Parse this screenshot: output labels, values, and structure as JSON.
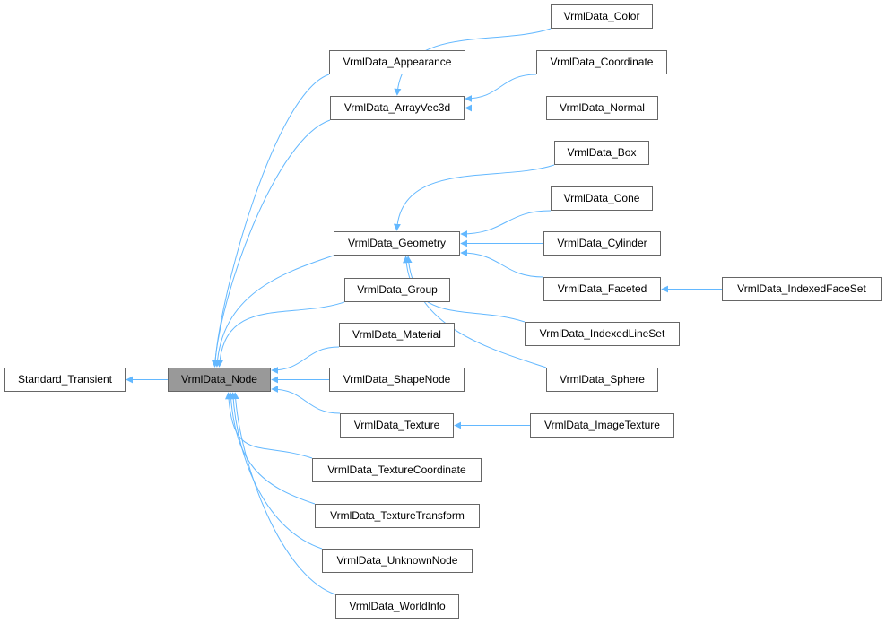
{
  "diagram": {
    "type": "class-inheritance-graph",
    "edge_color": "#63b8ff",
    "focus_node": "VrmlData_Node",
    "nodes": {
      "standard_transient": "Standard_Transient",
      "node": "VrmlData_Node",
      "appearance": "VrmlData_Appearance",
      "arrayvec3d": "VrmlData_ArrayVec3d",
      "color": "VrmlData_Color",
      "coordinate": "VrmlData_Coordinate",
      "normal": "VrmlData_Normal",
      "geometry": "VrmlData_Geometry",
      "box": "VrmlData_Box",
      "cone": "VrmlData_Cone",
      "cylinder": "VrmlData_Cylinder",
      "faceted": "VrmlData_Faceted",
      "indexedfaceset": "VrmlData_IndexedFaceSet",
      "indexedlineset": "VrmlData_IndexedLineSet",
      "sphere": "VrmlData_Sphere",
      "group": "VrmlData_Group",
      "material": "VrmlData_Material",
      "shapenode": "VrmlData_ShapeNode",
      "texture": "VrmlData_Texture",
      "imagetexture": "VrmlData_ImageTexture",
      "texturecoordinate": "VrmlData_TextureCoordinate",
      "texturetransform": "VrmlData_TextureTransform",
      "unknownnode": "VrmlData_UnknownNode",
      "worldinfo": "VrmlData_WorldInfo"
    },
    "edges": [
      {
        "from": "node",
        "to": "standard_transient"
      },
      {
        "from": "appearance",
        "to": "node"
      },
      {
        "from": "arrayvec3d",
        "to": "node"
      },
      {
        "from": "geometry",
        "to": "node"
      },
      {
        "from": "group",
        "to": "node"
      },
      {
        "from": "material",
        "to": "node"
      },
      {
        "from": "shapenode",
        "to": "node"
      },
      {
        "from": "texture",
        "to": "node"
      },
      {
        "from": "texturecoordinate",
        "to": "node"
      },
      {
        "from": "texturetransform",
        "to": "node"
      },
      {
        "from": "unknownnode",
        "to": "node"
      },
      {
        "from": "worldinfo",
        "to": "node"
      },
      {
        "from": "color",
        "to": "arrayvec3d"
      },
      {
        "from": "coordinate",
        "to": "arrayvec3d"
      },
      {
        "from": "normal",
        "to": "arrayvec3d"
      },
      {
        "from": "box",
        "to": "geometry"
      },
      {
        "from": "cone",
        "to": "geometry"
      },
      {
        "from": "cylinder",
        "to": "geometry"
      },
      {
        "from": "faceted",
        "to": "geometry"
      },
      {
        "from": "indexedlineset",
        "to": "geometry"
      },
      {
        "from": "sphere",
        "to": "geometry"
      },
      {
        "from": "indexedfaceset",
        "to": "faceted"
      },
      {
        "from": "imagetexture",
        "to": "texture"
      }
    ]
  }
}
